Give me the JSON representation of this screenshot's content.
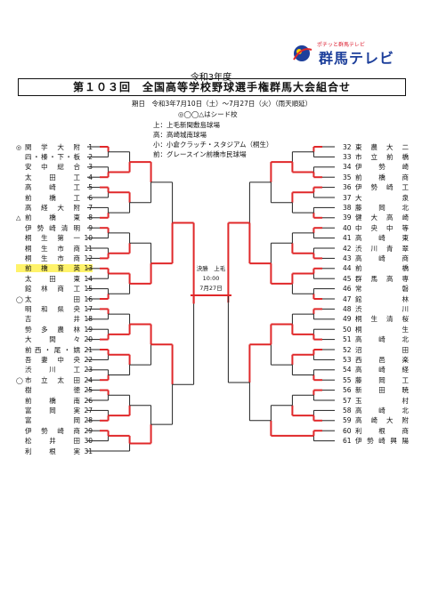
{
  "logo": {
    "tagline": "ポチッと群馬テレビ",
    "name": "群馬テレビ"
  },
  "header": {
    "era_label": "令和3年度",
    "title": "第１０３回　全国高等学校野球選手権群馬大会組合せ"
  },
  "info": {
    "period": "期日　令和3年7月10日（土）～7月27日（火）（雨天順延）",
    "seed_note": "◎◯◯△はシード校",
    "venue1": "上：上毛新聞敷島球場",
    "venue2": "高：高崎城南球場",
    "venue3": "小：小倉クラッチ・スタジアム（桐生）",
    "venue4": "前：グレースイン前橋市民球場"
  },
  "final": {
    "label": "決勝　上毛",
    "time": "10:00",
    "date": "7月27日"
  },
  "left_teams": [
    {
      "mark": "◎",
      "name": "関学大附",
      "num": "1"
    },
    {
      "mark": "",
      "name": "四・榛・下・板",
      "num": "2"
    },
    {
      "mark": "",
      "name": "安中総合",
      "num": "3"
    },
    {
      "mark": "",
      "name": "太田工",
      "num": "4"
    },
    {
      "mark": "",
      "name": "高崎工",
      "num": "5"
    },
    {
      "mark": "",
      "name": "前橋工",
      "num": "6"
    },
    {
      "mark": "",
      "name": "高経大附",
      "num": "7"
    },
    {
      "mark": "△",
      "name": "前橋東",
      "num": "8"
    },
    {
      "mark": "",
      "name": "伊勢崎清明",
      "num": "9"
    },
    {
      "mark": "",
      "name": "桐生第一",
      "num": "10"
    },
    {
      "mark": "",
      "name": "桐生市商",
      "num": "11"
    },
    {
      "mark": "",
      "name": "桐生市商",
      "num": "12"
    },
    {
      "mark": "",
      "name": "前橋育英",
      "num": "13",
      "hl": true
    },
    {
      "mark": "",
      "name": "太田東",
      "num": "14"
    },
    {
      "mark": "",
      "name": "館林商工",
      "num": "15"
    },
    {
      "mark": "◯",
      "name": "太田",
      "num": "16"
    },
    {
      "mark": "",
      "name": "明和県央",
      "num": "17"
    },
    {
      "mark": "",
      "name": "吉井",
      "num": "18"
    },
    {
      "mark": "",
      "name": "勢多農林",
      "num": "19"
    },
    {
      "mark": "",
      "name": "大間々",
      "num": "20"
    },
    {
      "mark": "",
      "name": "前西・尾・嬬",
      "num": "21"
    },
    {
      "mark": "",
      "name": "吾妻中央",
      "num": "22"
    },
    {
      "mark": "",
      "name": "渋川工",
      "num": "23"
    },
    {
      "mark": "◯",
      "name": "市立太田",
      "num": "24"
    },
    {
      "mark": "",
      "name": "樹徳",
      "num": "25"
    },
    {
      "mark": "",
      "name": "前橋南",
      "num": "26"
    },
    {
      "mark": "",
      "name": "富岡実",
      "num": "27"
    },
    {
      "mark": "",
      "name": "富岡",
      "num": "28"
    },
    {
      "mark": "",
      "name": "伊勢崎商",
      "num": "29"
    },
    {
      "mark": "",
      "name": "松井田",
      "num": "30"
    },
    {
      "mark": "",
      "name": "利根実",
      "num": "31"
    }
  ],
  "right_teams": [
    {
      "num": "32",
      "name": "東農大二"
    },
    {
      "num": "33",
      "name": "市立前橋"
    },
    {
      "num": "34",
      "name": "伊勢崎"
    },
    {
      "num": "35",
      "name": "前橋商"
    },
    {
      "num": "36",
      "name": "伊勢崎工"
    },
    {
      "num": "37",
      "name": "大泉"
    },
    {
      "num": "38",
      "name": "藤岡北"
    },
    {
      "num": "39",
      "name": "健大高崎"
    },
    {
      "num": "40",
      "name": "中央中等"
    },
    {
      "num": "41",
      "name": "高崎東"
    },
    {
      "num": "42",
      "name": "渋川青翠"
    },
    {
      "num": "43",
      "name": "高崎商"
    },
    {
      "num": "44",
      "name": "前橋"
    },
    {
      "num": "45",
      "name": "群馬高専"
    },
    {
      "num": "46",
      "name": "常磐"
    },
    {
      "num": "47",
      "name": "館林"
    },
    {
      "num": "48",
      "name": "渋川"
    },
    {
      "num": "49",
      "name": "桐生清桜"
    },
    {
      "num": "50",
      "name": "桐生"
    },
    {
      "num": "51",
      "name": "高崎北"
    },
    {
      "num": "52",
      "name": "沼田"
    },
    {
      "num": "53",
      "name": "西邑楽"
    },
    {
      "num": "54",
      "name": "高崎経"
    },
    {
      "num": "55",
      "name": "藤岡工"
    },
    {
      "num": "56",
      "name": "新田暁"
    },
    {
      "num": "57",
      "name": "玉村"
    },
    {
      "num": "58",
      "name": "高崎北"
    },
    {
      "num": "59",
      "name": "高崎大附"
    },
    {
      "num": "60",
      "name": "利根商"
    },
    {
      "num": "61",
      "name": "伊勢崎興陽"
    }
  ],
  "colors": {
    "win_line": "#e0282a",
    "lose_line": "#222222",
    "highlight": "#fff36a",
    "logo_blue": "#1d3f9b"
  }
}
